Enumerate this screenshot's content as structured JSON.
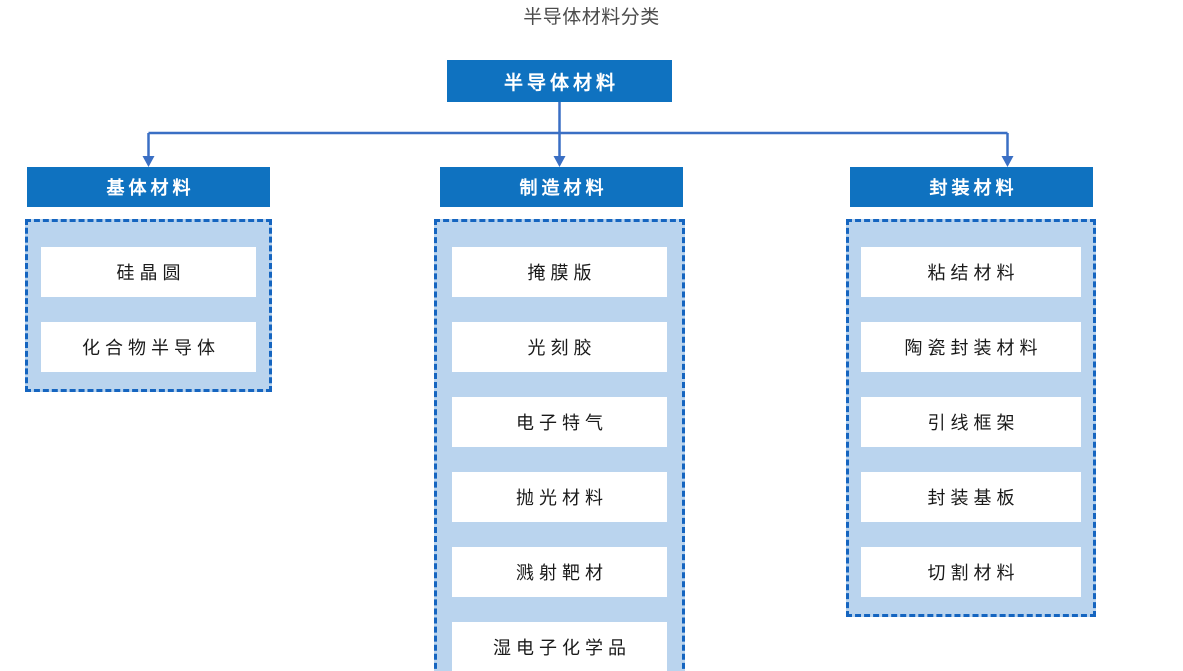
{
  "title": "半导体材料分类",
  "colors": {
    "header_blue": "#0f72c0",
    "panel_light_blue": "#bad4ee",
    "dashed_border_blue": "#1565c0",
    "connector_blue": "#3a6fc4",
    "item_white": "#ffffff",
    "title_gray": "#4c4c4c"
  },
  "root": {
    "label": "半导体材料"
  },
  "columns": [
    {
      "id": "base",
      "header": "基体材料",
      "items": [
        {
          "label": "硅晶圆"
        },
        {
          "label": "化合物半导体"
        }
      ]
    },
    {
      "id": "fab",
      "header": "制造材料",
      "items": [
        {
          "label": "掩膜版"
        },
        {
          "label": "光刻胶"
        },
        {
          "label": "电子特气"
        },
        {
          "label": "抛光材料"
        },
        {
          "label": "溅射靶材"
        },
        {
          "label": "湿电子化学品"
        }
      ]
    },
    {
      "id": "pkg",
      "header": "封装材料",
      "items": [
        {
          "label": "粘结材料"
        },
        {
          "label": "陶瓷封装材料"
        },
        {
          "label": "引线框架"
        },
        {
          "label": "封装基板"
        },
        {
          "label": "切割材料"
        }
      ]
    }
  ]
}
